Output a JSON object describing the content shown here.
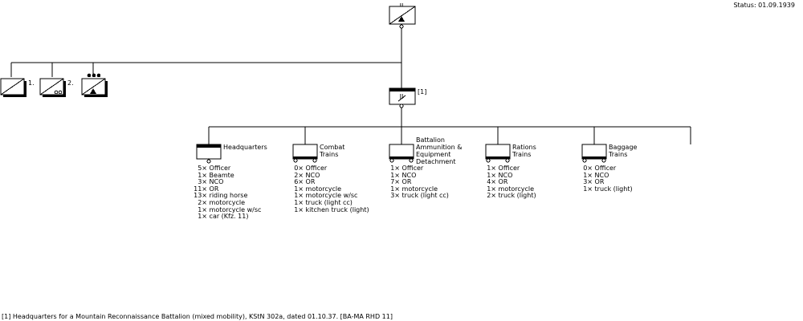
{
  "status": "Status: 01.09.1939",
  "footnote": "[1] Headquarters for a Mountain Reconnaissance Battalion (mixed mobility), KStN 302a, dated 01.10.37. [BA-MA RHD 11]",
  "hq": {
    "size": "II",
    "note": "[1]"
  },
  "top_unit": {
    "size": "II"
  },
  "left_units": [
    {
      "label": "1."
    },
    {
      "label": "2."
    },
    {
      "label": ""
    }
  ],
  "subunits": [
    {
      "name": "Headquarters",
      "equipment": [
        {
          "qty": "5×",
          "item": "Officer"
        },
        {
          "qty": "1×",
          "item": "Beamte"
        },
        {
          "qty": "3×",
          "item": "NCO"
        },
        {
          "qty": "11×",
          "item": "OR"
        },
        {
          "qty": "13×",
          "item": "riding horse"
        },
        {
          "qty": "2×",
          "item": "motorcycle"
        },
        {
          "qty": "1×",
          "item": "motorcycle w/sc"
        },
        {
          "qty": "1×",
          "item": "car (Kfz. 11)"
        }
      ]
    },
    {
      "name": "Combat\nTrains",
      "equipment": [
        {
          "qty": "0×",
          "item": "Officer"
        },
        {
          "qty": "2×",
          "item": "NCO"
        },
        {
          "qty": "6×",
          "item": "OR"
        },
        {
          "qty": "1×",
          "item": "motorcycle"
        },
        {
          "qty": "1×",
          "item": "motorcycle w/sc"
        },
        {
          "qty": "1×",
          "item": "truck (light cc)"
        },
        {
          "qty": "1×",
          "item": "kitchen truck (light)"
        }
      ]
    },
    {
      "name": "Battalion\nAmmunition &\nEquipment\nDetachment",
      "equipment": [
        {
          "qty": "1×",
          "item": "Officer"
        },
        {
          "qty": "1×",
          "item": "NCO"
        },
        {
          "qty": "7×",
          "item": "OR"
        },
        {
          "qty": "1×",
          "item": "motorcycle"
        },
        {
          "qty": "3×",
          "item": "truck (light cc)"
        }
      ]
    },
    {
      "name": "Rations\nTrains",
      "equipment": [
        {
          "qty": "1×",
          "item": "Officer"
        },
        {
          "qty": "1×",
          "item": "NCO"
        },
        {
          "qty": "4×",
          "item": "OR"
        },
        {
          "qty": "1×",
          "item": "motorcycle"
        },
        {
          "qty": "2×",
          "item": "truck (light)"
        }
      ]
    },
    {
      "name": "Baggage\nTrains",
      "equipment": [
        {
          "qty": "0×",
          "item": "Officer"
        },
        {
          "qty": "1×",
          "item": "NCO"
        },
        {
          "qty": "3×",
          "item": "OR"
        },
        {
          "qty": "1×",
          "item": "truck (light)"
        }
      ]
    }
  ]
}
